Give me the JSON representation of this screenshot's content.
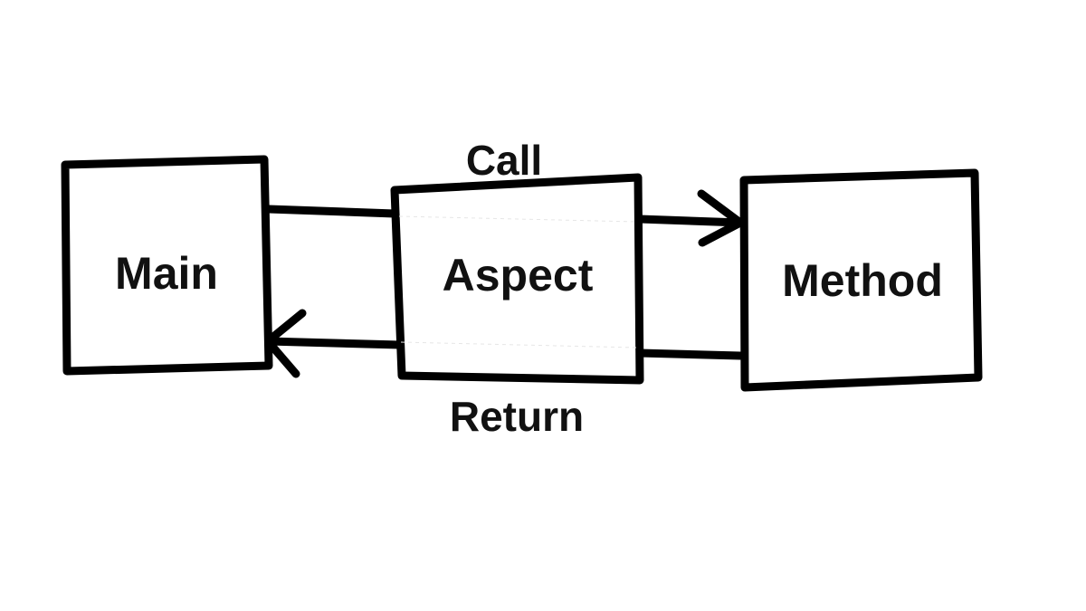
{
  "diagram": {
    "nodes": {
      "main": {
        "label": "Main"
      },
      "aspect": {
        "label": "Aspect"
      },
      "method": {
        "label": "Method"
      }
    },
    "edges": {
      "call": {
        "label": "Call",
        "from": "main",
        "via": "aspect",
        "to": "method"
      },
      "return": {
        "label": "Return",
        "from": "method",
        "via": "aspect",
        "to": "main"
      }
    },
    "colors": {
      "stroke": "#000000",
      "text": "#111111",
      "background": "#ffffff"
    }
  }
}
